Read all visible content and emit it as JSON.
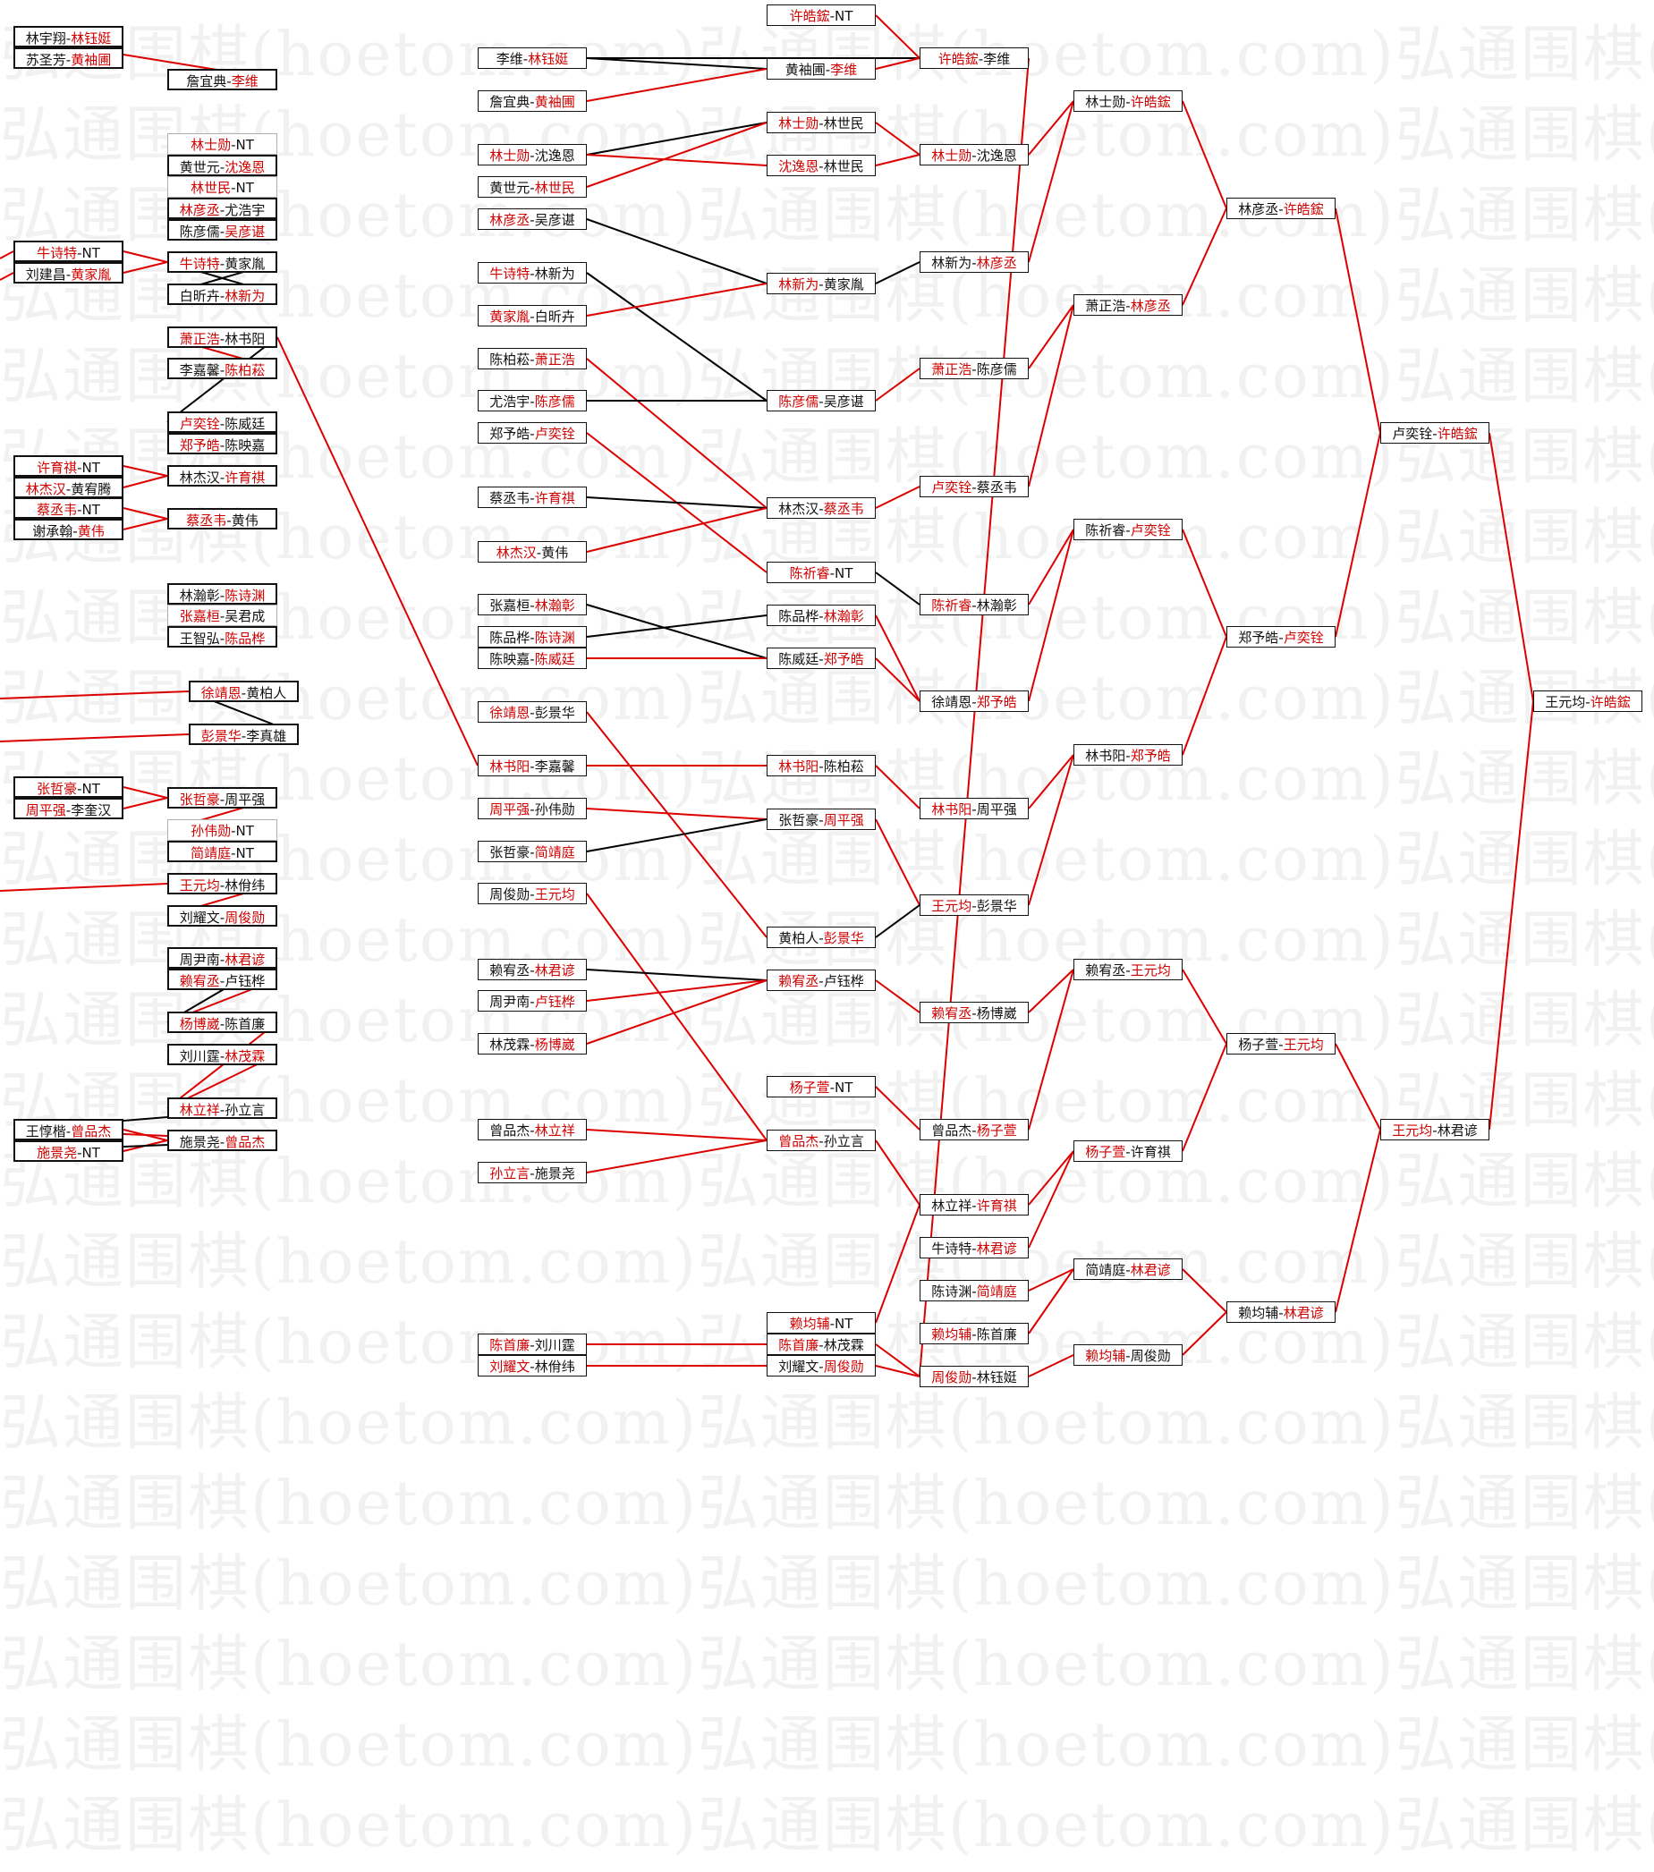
{
  "watermark": "弘通围棋(hoetom.com)",
  "colors": {
    "winner": "#d00000",
    "loser": "#111111",
    "win_line": "#dd0000",
    "lose_line": "#000000"
  },
  "matches": [
    {
      "a": "林宇翔",
      "b": "林钰娗",
      "w": "b"
    },
    {
      "a": "苏圣芳",
      "b": "黄袖圃",
      "w": "b"
    },
    {
      "a": "詹宜典",
      "b": "李维",
      "w": "b"
    },
    {
      "a": "林士勋",
      "b": "NT",
      "w": "a"
    },
    {
      "a": "黄世元",
      "b": "沈逸恩",
      "w": "b"
    },
    {
      "a": "林世民",
      "b": "NT",
      "w": "a"
    },
    {
      "a": "林彦丞",
      "b": "尤浩宇",
      "w": "a"
    },
    {
      "a": "陈彦儒",
      "b": "吴彦谌",
      "w": "b"
    },
    {
      "a": "牛诗特",
      "b": "NT",
      "w": "a"
    },
    {
      "a": "刘建昌",
      "b": "黄家胤",
      "w": "b"
    },
    {
      "a": "牛诗特",
      "b": "黄家胤",
      "w": "a"
    },
    {
      "a": "白昕卉",
      "b": "林新为",
      "w": "b"
    },
    {
      "a": "萧正浩",
      "b": "林书阳",
      "w": "a"
    },
    {
      "a": "李嘉馨",
      "b": "陈柏菘",
      "w": "b"
    },
    {
      "a": "卢奕铨",
      "b": "陈威廷",
      "w": "a"
    },
    {
      "a": "郑予皓",
      "b": "陈映嘉",
      "w": "a"
    },
    {
      "a": "许育祺",
      "b": "NT",
      "w": "a"
    },
    {
      "a": "林杰汉",
      "b": "黄宥腾",
      "w": "a"
    },
    {
      "a": "林杰汉",
      "b": "许育祺",
      "w": "b"
    },
    {
      "a": "蔡丞韦",
      "b": "NT",
      "w": "a"
    },
    {
      "a": "谢承翰",
      "b": "黄伟",
      "w": "b"
    },
    {
      "a": "蔡丞韦",
      "b": "黄伟",
      "w": "a"
    },
    {
      "a": "林瀚彰",
      "b": "陈诗渊",
      "w": "b"
    },
    {
      "a": "张嘉桓",
      "b": "吴君成",
      "w": "a"
    },
    {
      "a": "王智弘",
      "b": "陈品桦",
      "w": "b"
    },
    {
      "a": "徐靖恩",
      "b": "黄柏人",
      "w": "a"
    },
    {
      "a": "彭景华",
      "b": "李真雄",
      "w": "a"
    },
    {
      "a": "张哲豪",
      "b": "NT",
      "w": "a"
    },
    {
      "a": "周平强",
      "b": "李奎汉",
      "w": "a"
    },
    {
      "a": "张哲豪",
      "b": "周平强",
      "w": "a"
    },
    {
      "a": "孙伟勋",
      "b": "NT",
      "w": "a"
    },
    {
      "a": "简靖庭",
      "b": "NT",
      "w": "a"
    },
    {
      "a": "王元均",
      "b": "林佾纬",
      "w": "a"
    },
    {
      "a": "刘耀文",
      "b": "周俊勋",
      "w": "b"
    },
    {
      "a": "周尹南",
      "b": "林君谚",
      "w": "b"
    },
    {
      "a": "赖宥丞",
      "b": "卢钰桦",
      "w": "a"
    },
    {
      "a": "杨博崴",
      "b": "陈首廉",
      "w": "a"
    },
    {
      "a": "刘川霆",
      "b": "林茂霖",
      "w": "b"
    },
    {
      "a": "林立祥",
      "b": "孙立言",
      "w": "a"
    },
    {
      "a": "王惇楷",
      "b": "曾品杰",
      "w": "b"
    },
    {
      "a": "施景尧",
      "b": "NT",
      "w": "a"
    },
    {
      "a": "施景尧",
      "b": "曾品杰",
      "w": "b"
    },
    {
      "a": "李维",
      "b": "林钰娗",
      "w": "b"
    },
    {
      "a": "詹宜典",
      "b": "黄袖圃",
      "w": "b"
    },
    {
      "a": "林士勋",
      "b": "沈逸恩",
      "w": "a"
    },
    {
      "a": "黄世元",
      "b": "林世民",
      "w": "b"
    },
    {
      "a": "林彦丞",
      "b": "吴彦谌",
      "w": "a"
    },
    {
      "a": "牛诗特",
      "b": "林新为",
      "w": "a"
    },
    {
      "a": "黄家胤",
      "b": "白昕卉",
      "w": "a"
    },
    {
      "a": "陈柏菘",
      "b": "萧正浩",
      "w": "b"
    },
    {
      "a": "尤浩宇",
      "b": "陈彦儒",
      "w": "b"
    },
    {
      "a": "郑予皓",
      "b": "卢奕铨",
      "w": "b"
    },
    {
      "a": "蔡丞韦",
      "b": "许育祺",
      "w": "b"
    },
    {
      "a": "林杰汉",
      "b": "黄伟",
      "w": "a"
    },
    {
      "a": "张嘉桓",
      "b": "林瀚彰",
      "w": "b"
    },
    {
      "a": "陈品桦",
      "b": "陈诗渊",
      "w": "b"
    },
    {
      "a": "陈映嘉",
      "b": "陈威廷",
      "w": "b"
    },
    {
      "a": "徐靖恩",
      "b": "彭景华",
      "w": "a"
    },
    {
      "a": "林书阳",
      "b": "李嘉馨",
      "w": "a"
    },
    {
      "a": "周平强",
      "b": "孙伟勋",
      "w": "a"
    },
    {
      "a": "张哲豪",
      "b": "简靖庭",
      "w": "b"
    },
    {
      "a": "周俊勋",
      "b": "王元均",
      "w": "b"
    },
    {
      "a": "赖宥丞",
      "b": "林君谚",
      "w": "b"
    },
    {
      "a": "周尹南",
      "b": "卢钰桦",
      "w": "b"
    },
    {
      "a": "林茂霖",
      "b": "杨博崴",
      "w": "b"
    },
    {
      "a": "曾品杰",
      "b": "林立祥",
      "w": "b"
    },
    {
      "a": "孙立言",
      "b": "施景尧",
      "w": "a"
    },
    {
      "a": "陈首廉",
      "b": "刘川霆",
      "w": "a"
    },
    {
      "a": "刘耀文",
      "b": "林佾纬",
      "w": "a"
    },
    {
      "a": "许皓鋐",
      "b": "NT",
      "w": "a"
    },
    {
      "a": "黄袖圃",
      "b": "李维",
      "w": "b"
    },
    {
      "a": "林士勋",
      "b": "林世民",
      "w": "a"
    },
    {
      "a": "沈逸恩",
      "b": "林世民",
      "w": "a"
    },
    {
      "a": "林新为",
      "b": "黄家胤",
      "w": "a"
    },
    {
      "a": "陈彦儒",
      "b": "吴彦谌",
      "w": "a"
    },
    {
      "a": "林杰汉",
      "b": "蔡丞韦",
      "w": "b"
    },
    {
      "a": "陈祈睿",
      "b": "NT",
      "w": "a"
    },
    {
      "a": "陈品桦",
      "b": "林瀚彰",
      "w": "b"
    },
    {
      "a": "陈威廷",
      "b": "郑予皓",
      "w": "b"
    },
    {
      "a": "林书阳",
      "b": "陈柏菘",
      "w": "a"
    },
    {
      "a": "张哲豪",
      "b": "周平强",
      "w": "b"
    },
    {
      "a": "黄柏人",
      "b": "彭景华",
      "w": "b"
    },
    {
      "a": "赖宥丞",
      "b": "卢钰桦",
      "w": "a"
    },
    {
      "a": "杨子萱",
      "b": "NT",
      "w": "a"
    },
    {
      "a": "曾品杰",
      "b": "孙立言",
      "w": "a"
    },
    {
      "a": "赖均辅",
      "b": "NT",
      "w": "a"
    },
    {
      "a": "陈首廉",
      "b": "林茂霖",
      "w": "a"
    },
    {
      "a": "刘耀文",
      "b": "周俊勋",
      "w": "b"
    },
    {
      "a": "许皓鋐",
      "b": "李维",
      "w": "a"
    },
    {
      "a": "林士勋",
      "b": "沈逸恩",
      "w": "a"
    },
    {
      "a": "林新为",
      "b": "林彦丞",
      "w": "b"
    },
    {
      "a": "萧正浩",
      "b": "陈彦儒",
      "w": "a"
    },
    {
      "a": "卢奕铨",
      "b": "蔡丞韦",
      "w": "a"
    },
    {
      "a": "陈祈睿",
      "b": "林瀚彰",
      "w": "a"
    },
    {
      "a": "徐靖恩",
      "b": "郑予皓",
      "w": "b"
    },
    {
      "a": "林书阳",
      "b": "周平强",
      "w": "a"
    },
    {
      "a": "王元均",
      "b": "彭景华",
      "w": "a"
    },
    {
      "a": "赖宥丞",
      "b": "杨博崴",
      "w": "a"
    },
    {
      "a": "曾品杰",
      "b": "杨子萱",
      "w": "b"
    },
    {
      "a": "林立祥",
      "b": "许育祺",
      "w": "b"
    },
    {
      "a": "牛诗特",
      "b": "林君谚",
      "w": "b"
    },
    {
      "a": "陈诗渊",
      "b": "简靖庭",
      "w": "b"
    },
    {
      "a": "赖均辅",
      "b": "陈首廉",
      "w": "a"
    },
    {
      "a": "周俊勋",
      "b": "林钰娗",
      "w": "a"
    },
    {
      "a": "林士勋",
      "b": "许皓鋐",
      "w": "b"
    },
    {
      "a": "萧正浩",
      "b": "林彦丞",
      "w": "b"
    },
    {
      "a": "陈祈睿",
      "b": "卢奕铨",
      "w": "b"
    },
    {
      "a": "林书阳",
      "b": "郑予皓",
      "w": "b"
    },
    {
      "a": "赖宥丞",
      "b": "王元均",
      "w": "b"
    },
    {
      "a": "杨子萱",
      "b": "许育祺",
      "w": "a"
    },
    {
      "a": "简靖庭",
      "b": "林君谚",
      "w": "b"
    },
    {
      "a": "赖均辅",
      "b": "周俊勋",
      "w": "a"
    },
    {
      "a": "林彦丞",
      "b": "许皓鋐",
      "w": "b"
    },
    {
      "a": "郑予皓",
      "b": "卢奕铨",
      "w": "b"
    },
    {
      "a": "杨子萱",
      "b": "王元均",
      "w": "b"
    },
    {
      "a": "赖均辅",
      "b": "林君谚",
      "w": "b"
    },
    {
      "a": "卢奕铨",
      "b": "许皓鋐",
      "w": "b"
    },
    {
      "a": "王元均",
      "b": "林君谚",
      "w": "a"
    },
    {
      "a": "王元均",
      "b": "许皓鋐",
      "w": "b"
    }
  ]
}
